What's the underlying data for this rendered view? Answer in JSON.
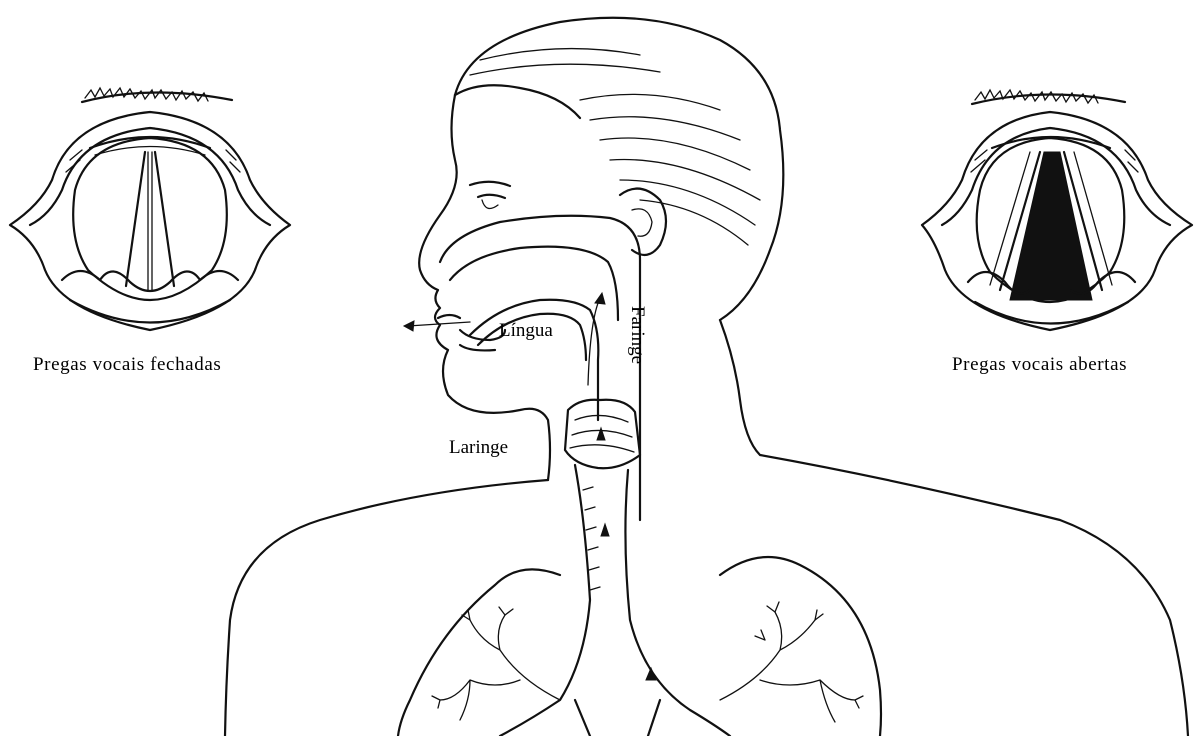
{
  "labels": {
    "left_caption": "Pregas vocais fechadas",
    "right_caption": "Pregas vocais abertas",
    "tongue": "Língua",
    "pharynx": "Faringe",
    "larynx": "Laringe"
  },
  "colors": {
    "ink": "#111111",
    "background": "#ffffff"
  }
}
